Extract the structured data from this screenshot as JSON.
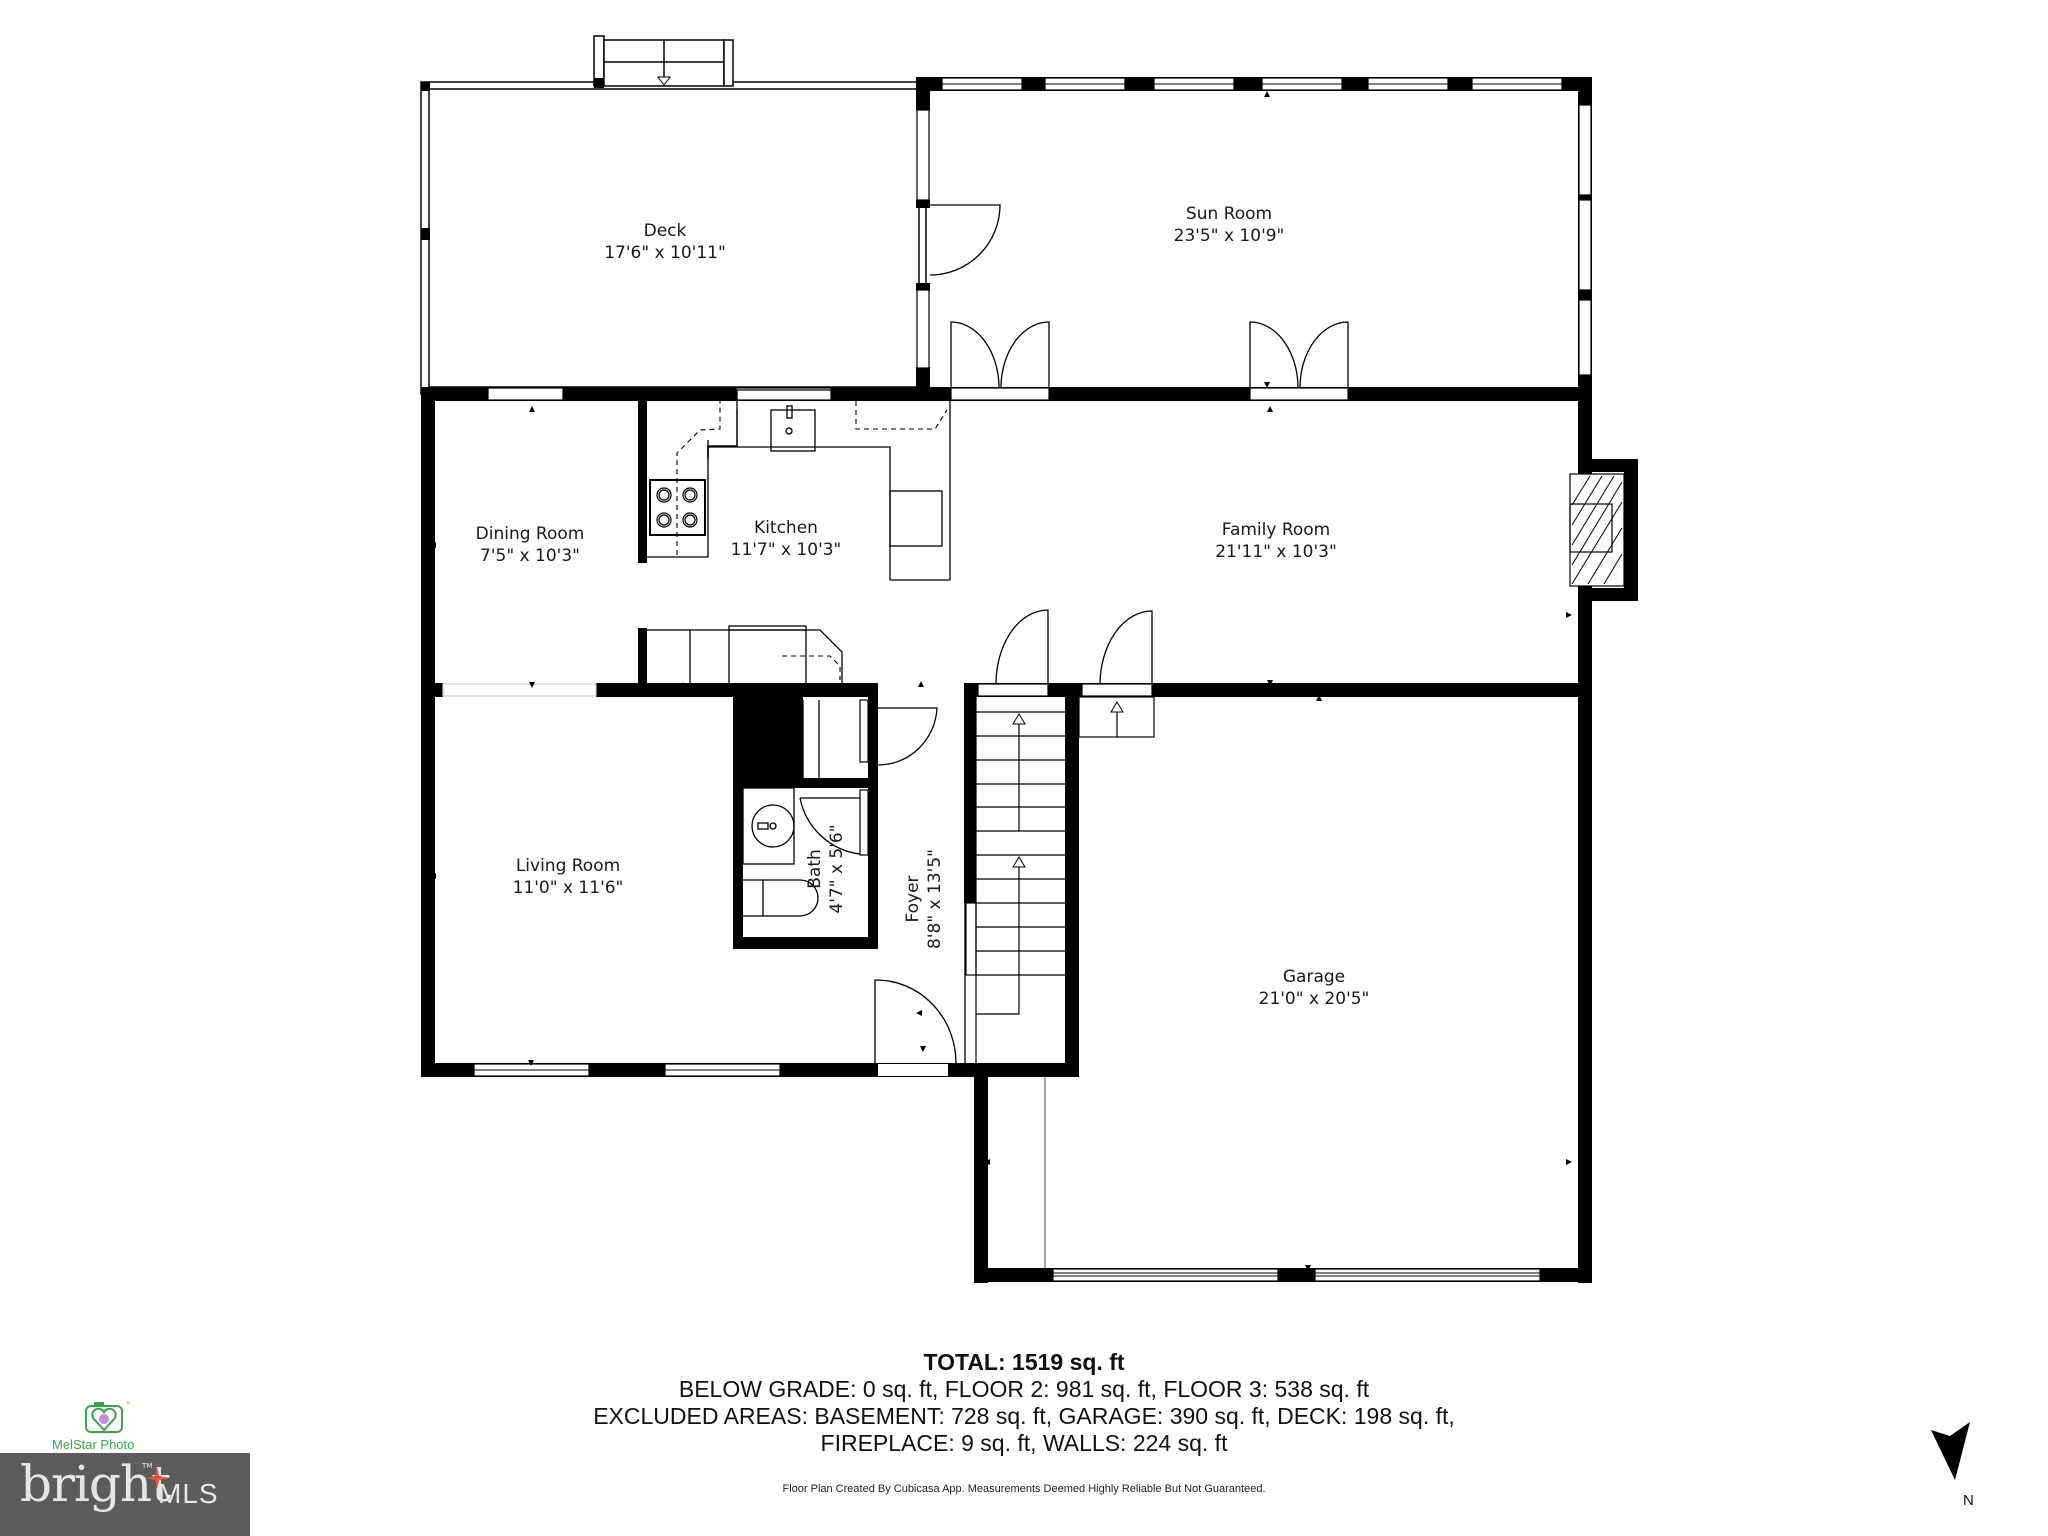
{
  "rooms": {
    "deck": {
      "name": "Deck",
      "dims": "17'6\" x 10'11\""
    },
    "sun_room": {
      "name": "Sun Room",
      "dims": "23'5\" x 10'9\""
    },
    "dining_room": {
      "name": "Dining Room",
      "dims": "7'5\" x 10'3\""
    },
    "kitchen": {
      "name": "Kitchen",
      "dims": "11'7\" x 10'3\""
    },
    "family_room": {
      "name": "Family Room",
      "dims": "21'11\" x 10'3\""
    },
    "living_room": {
      "name": "Living Room",
      "dims": "11'0\" x 11'6\""
    },
    "bath": {
      "name": "Bath",
      "dims": "4'7\" x 5'6\""
    },
    "foyer": {
      "name": "Foyer",
      "dims": "8'8\" x 13'5\""
    },
    "garage": {
      "name": "Garage",
      "dims": "21'0\" x 20'5\""
    }
  },
  "summary": {
    "total": "TOTAL: 1519 sq. ft",
    "line1": "BELOW GRADE: 0 sq. ft, FLOOR 2: 981 sq. ft, FLOOR 3: 538 sq. ft",
    "line2": "EXCLUDED AREAS: BASEMENT: 728 sq. ft, GARAGE: 390 sq. ft, DECK: 198 sq. ft,",
    "line3": "FIREPLACE: 9 sq. ft, WALLS: 224 sq. ft"
  },
  "disclaimer": "Floor Plan Created By Cubicasa App. Measurements Deemed Highly Reliable But Not Guaranteed.",
  "branding": {
    "photographer": "MelStar Photo",
    "mls_word1": "bright",
    "mls_word2": "MLS",
    "trademark": "TM"
  },
  "compass": {
    "label": "N"
  },
  "colors": {
    "wall": "#000000",
    "background": "#ffffff",
    "mls_bg": "#5c5c5c",
    "mls_star": "#e0562a",
    "melstar_green": "#3aa34a",
    "melstar_purple": "#c98be0"
  }
}
